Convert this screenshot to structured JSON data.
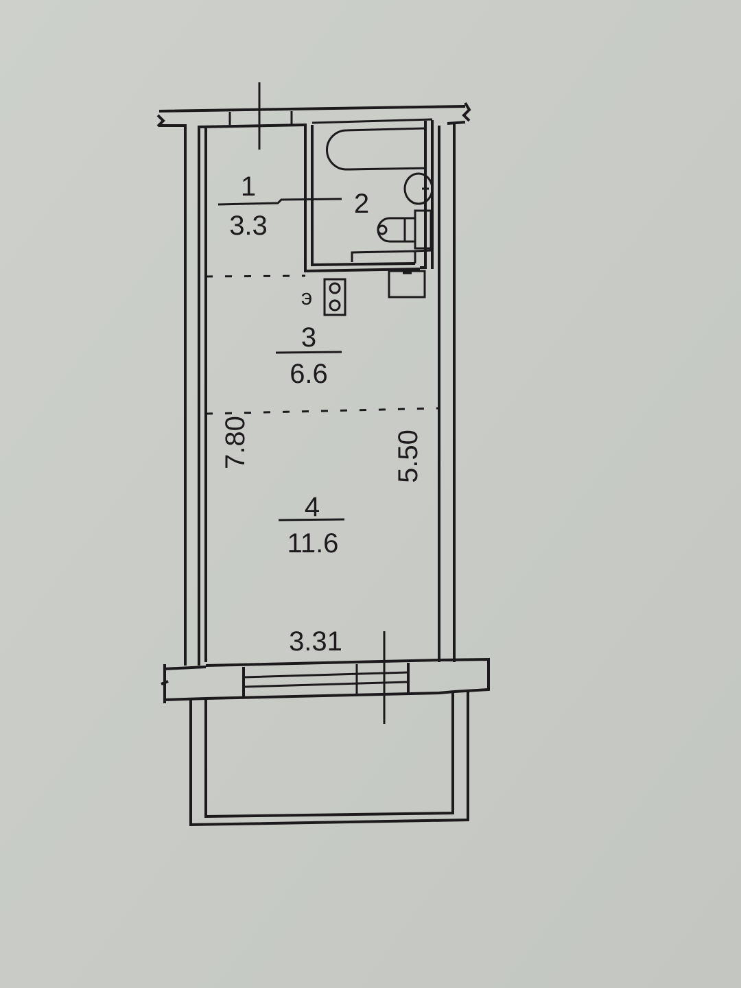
{
  "rooms": [
    {
      "number": "1",
      "area": "3.3"
    },
    {
      "number": "2"
    },
    {
      "number": "3",
      "area": "6.6"
    },
    {
      "number": "4",
      "area": "11.6"
    }
  ],
  "stove_label": "э",
  "dimensions": {
    "left_length": "7.80",
    "right_length": "5.50",
    "width": "3.31"
  }
}
